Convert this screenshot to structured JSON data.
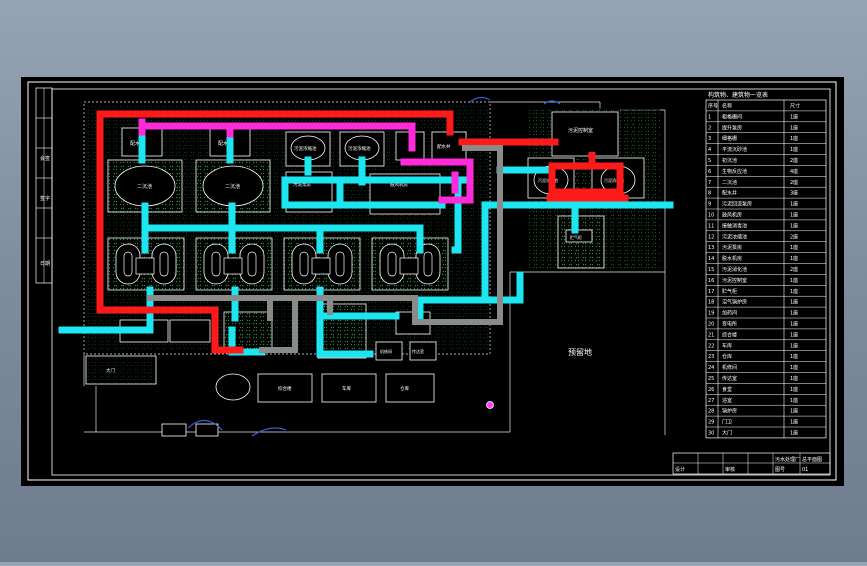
{
  "drawing": {
    "title": "构筑物、建筑物一览表",
    "site_label": "预留地",
    "colors": {
      "background": "#000000",
      "frame": "#ffffff",
      "border_blue": "#3a5fd8",
      "pipe_red": "#ff1a1a",
      "pipe_cyan": "#1ee6f0",
      "pipe_magenta": "#ff2ad9",
      "pipe_gray": "#8a8a8a",
      "vegetation": "#2fbf4f",
      "page_bg": "#8a97a8"
    }
  },
  "structures": {
    "clarifiers": [
      "二沉池",
      "二沉池"
    ],
    "top_boxes": [
      "配水井",
      "配水井",
      "配水井"
    ],
    "round_tanks": [
      "污泥浓缩池",
      "污泥浓缩池"
    ],
    "mid_boxes": [
      "污泥泵房",
      "鼓风机房"
    ],
    "right_tanks": [
      "污泥消化池",
      "污泥消化池"
    ],
    "right_top": "污泥控制室",
    "right_bottom": "贮气柜",
    "bottom_labels": [
      "综合楼",
      "车库",
      "仓库",
      "机修间",
      "传达室",
      "大门"
    ]
  },
  "table": {
    "headers": [
      "序号",
      "名称",
      "尺寸"
    ],
    "rows": [
      [
        "1",
        "粗格栅间",
        "1座"
      ],
      [
        "2",
        "提升泵房",
        "1座"
      ],
      [
        "3",
        "细格栅",
        "1座"
      ],
      [
        "4",
        "平流沉砂池",
        "1座"
      ],
      [
        "5",
        "初沉池",
        "2座"
      ],
      [
        "6",
        "生物反应池",
        "4座"
      ],
      [
        "7",
        "二沉池",
        "2座"
      ],
      [
        "8",
        "配水井",
        "3座"
      ],
      [
        "9",
        "污泥回流泵房",
        "1座"
      ],
      [
        "10",
        "鼓风机房",
        "1座"
      ],
      [
        "11",
        "接触消毒池",
        "1座"
      ],
      [
        "12",
        "污泥浓缩池",
        "2座"
      ],
      [
        "13",
        "污泥泵房",
        "1座"
      ],
      [
        "14",
        "脱水机房",
        "1座"
      ],
      [
        "15",
        "污泥消化池",
        "2座"
      ],
      [
        "16",
        "污泥控制室",
        "1座"
      ],
      [
        "17",
        "贮气柜",
        "1座"
      ],
      [
        "18",
        "沼气锅炉房",
        "1座"
      ],
      [
        "19",
        "加药间",
        "1座"
      ],
      [
        "20",
        "变电所",
        "1座"
      ],
      [
        "21",
        "综合楼",
        "1座"
      ],
      [
        "22",
        "车库",
        "1座"
      ],
      [
        "23",
        "仓库",
        "1座"
      ],
      [
        "24",
        "机修间",
        "1座"
      ],
      [
        "25",
        "传达室",
        "1座"
      ],
      [
        "26",
        "食堂",
        "1座"
      ],
      [
        "27",
        "浴室",
        "1座"
      ],
      [
        "28",
        "锅炉房",
        "1座"
      ],
      [
        "29",
        "门卫",
        "1座"
      ],
      [
        "30",
        "大门",
        "1座"
      ]
    ]
  },
  "title_block": {
    "rows": [
      [
        "",
        "",
        "",
        "",
        "污水处理厂",
        "总平面图"
      ],
      [
        "设计",
        "",
        "审核",
        "",
        "图号",
        "01"
      ]
    ]
  },
  "margin_labels": [
    "会签",
    "签字",
    "日期"
  ]
}
